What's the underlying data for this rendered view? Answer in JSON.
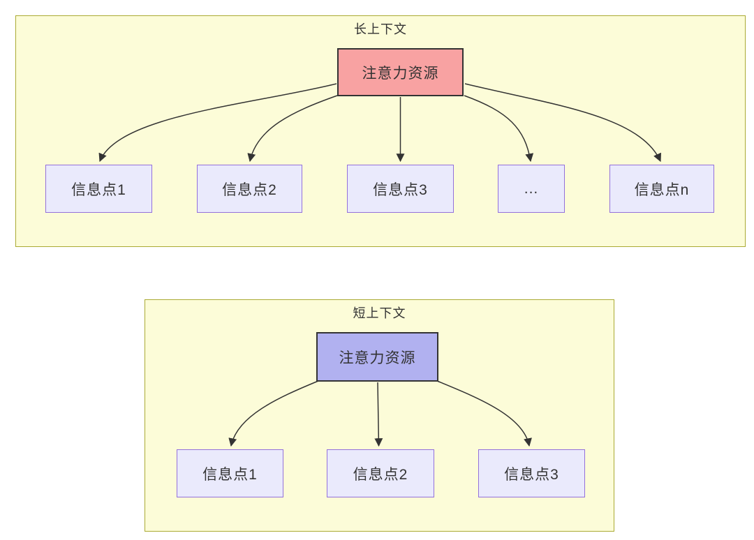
{
  "panels": [
    {
      "title": "长上下文",
      "root_label": "注意力资源",
      "children": [
        "信息点1",
        "信息点2",
        "信息点3",
        "...",
        "信息点n"
      ]
    },
    {
      "title": "短上下文",
      "root_label": "注意力资源",
      "children": [
        "信息点1",
        "信息点2",
        "信息点3"
      ]
    }
  ],
  "colors": {
    "panel_fill": "#fcfcd8",
    "panel_border": "#aaaa33",
    "long_root_fill": "#f8a2a2",
    "short_root_fill": "#b1b1f0",
    "info_fill": "#eaeafc",
    "info_border": "#9370db",
    "line": "#333333"
  }
}
